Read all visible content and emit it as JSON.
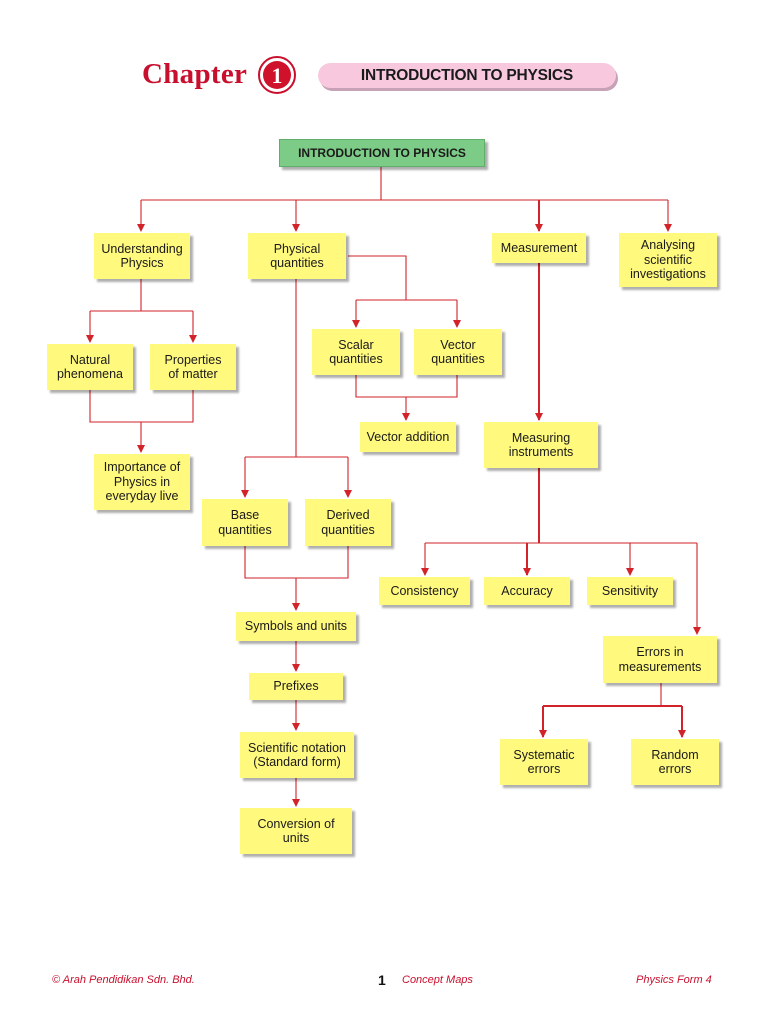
{
  "header": {
    "chapter_label": "Chapter",
    "chapter_number": "1",
    "chapter_title": "INTRODUCTION TO PHYSICS"
  },
  "concept_map": {
    "root": "INTRODUCTION TO PHYSICS",
    "understanding_physics": "Understanding Physics",
    "physical_quantities": "Physical quantities",
    "measurement": "Measurement",
    "analysing_investigations": "Analysing scientific investigations",
    "natural_phenomena": "Natural phenomena",
    "properties_of_matter": "Properties of matter",
    "importance_of_physics": "Importance of Physics in everyday live",
    "scalar_quantities": "Scalar quantities",
    "vector_quantities": "Vector quantities",
    "vector_addition": "Vector addition",
    "base_quantities": "Base quantities",
    "derived_quantities": "Derived quantities",
    "symbols_and_units": "Symbols and units",
    "prefixes": "Prefixes",
    "scientific_notation": "Scientific notation (Standard form)",
    "conversion_of_units": "Conversion of units",
    "measuring_instruments": "Measuring instruments",
    "consistency": "Consistency",
    "accuracy": "Accuracy",
    "sensitivity": "Sensitivity",
    "errors_in_measurements": "Errors in measurements",
    "systematic_errors": "Systematic errors",
    "random_errors": "Random errors"
  },
  "footer": {
    "copyright": "© Arah Pendidikan Sdn. Bhd.",
    "page_number": "1",
    "section": "Concept Maps",
    "book": "Physics Form 4"
  },
  "colors": {
    "accent_red": "#c8102e",
    "connector": "#d2232a",
    "node_fill": "#fff97e",
    "root_fill": "#7ccb86",
    "title_pill": "#f8c9de"
  }
}
